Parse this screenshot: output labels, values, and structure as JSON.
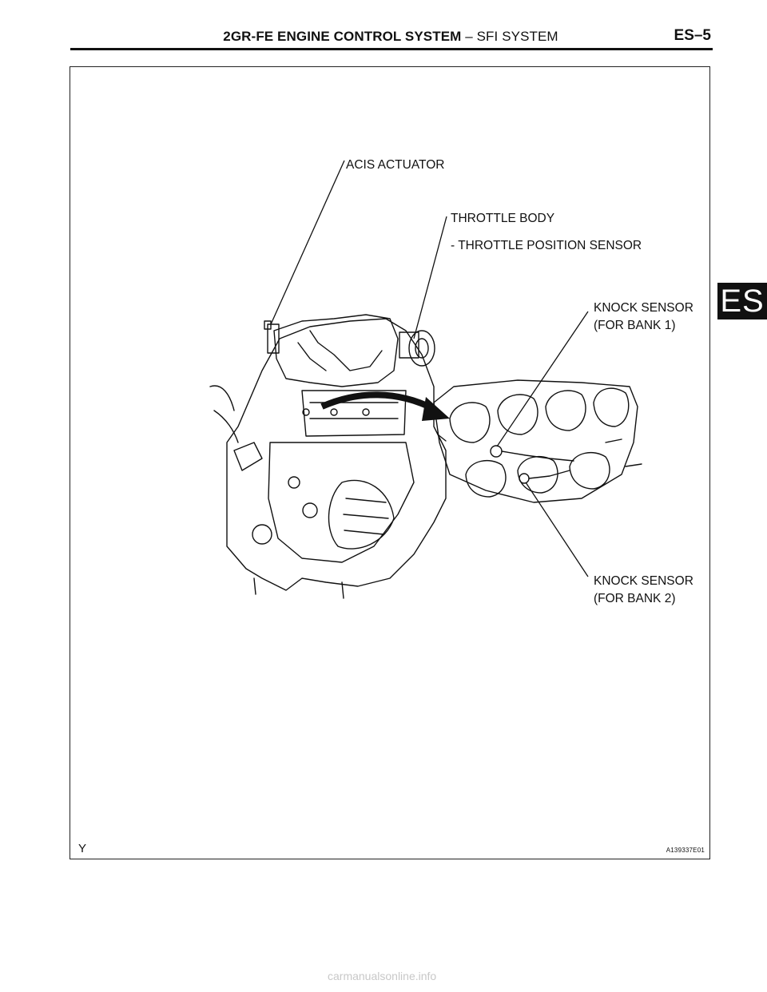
{
  "header": {
    "title_bold": "2GR-FE ENGINE CONTROL SYSTEM",
    "title_rest": " –  SFI SYSTEM",
    "page_number": "ES–5"
  },
  "side_tab": {
    "label": "ES"
  },
  "figure": {
    "callouts": {
      "acis_actuator": "ACIS ACTUATOR",
      "throttle_body": "THROTTLE BODY",
      "throttle_position_sensor": "- THROTTLE POSITION SENSOR",
      "knock_sensor_bank1_line1": "KNOCK SENSOR",
      "knock_sensor_bank1_line2": "(FOR BANK 1)",
      "knock_sensor_bank2_line1": "KNOCK SENSOR",
      "knock_sensor_bank2_line2": "(FOR BANK 2)"
    },
    "corner_mark": "Y",
    "figure_id": "A139337E01"
  },
  "footer": {
    "watermark": "carmanualsonline.info"
  }
}
